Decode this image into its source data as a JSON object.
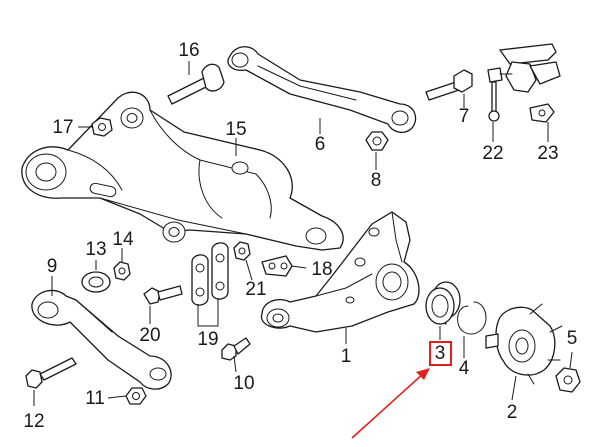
{
  "callouts": {
    "c1": "1",
    "c2": "2",
    "c3": "3",
    "c4": "4",
    "c5": "5",
    "c6": "6",
    "c7": "7",
    "c8": "8",
    "c9": "9",
    "c10": "10",
    "c11": "11",
    "c12": "12",
    "c13": "13",
    "c14": "14",
    "c15": "15",
    "c16": "16",
    "c17": "17",
    "c18": "18",
    "c19": "19",
    "c20": "20",
    "c21": "21",
    "c22": "22",
    "c23": "23"
  },
  "highlight": {
    "callout": "3",
    "color": "#e0201b"
  },
  "line_color": "#1a1a1a"
}
